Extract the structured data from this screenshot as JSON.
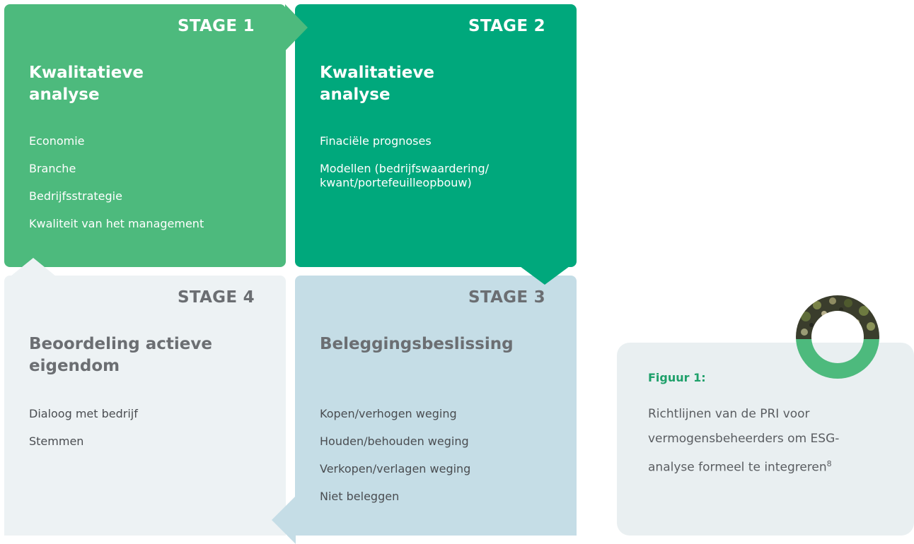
{
  "stages": {
    "s1": {
      "label": "STAGE 1",
      "title_line1": "Kwalitatieve",
      "title_line2": "analyse",
      "items": [
        "Economie",
        "Branche",
        "Bedrijfsstrategie",
        "Kwaliteit van het management"
      ]
    },
    "s2": {
      "label": "STAGE 2",
      "title_line1": "Kwalitatieve",
      "title_line2": "analyse",
      "items": [
        "Finaciële prognoses",
        "Modellen (bedrijfswaardering/ kwant/portefeuilleopbouw)"
      ]
    },
    "s3": {
      "label": "STAGE 3",
      "title_line1": "Beleggingsbeslissing",
      "items": [
        "Kopen/verhogen weging",
        "Houden/behouden weging",
        "Verkopen/verlagen weging",
        "Niet beleggen"
      ]
    },
    "s4": {
      "label": "STAGE 4",
      "title_line1": "Beoordeling actieve",
      "title_line2": "eigendom",
      "items": [
        "Dialoog met bedrijf",
        "Stemmen"
      ]
    }
  },
  "caption": {
    "label": "Figuur 1:",
    "text": "Richtlijnen van de PRI voor vermogensbeheerders om ESG-analyse formeel te integreren",
    "footnote": "8"
  },
  "colors": {
    "stage1": "#4dba7d",
    "stage2": "#00a87c",
    "stage3": "#c5dde6",
    "stage4": "#edf2f4",
    "accent": "#1ea06a"
  },
  "icons": {
    "decoration": "photo-ring-icon"
  }
}
